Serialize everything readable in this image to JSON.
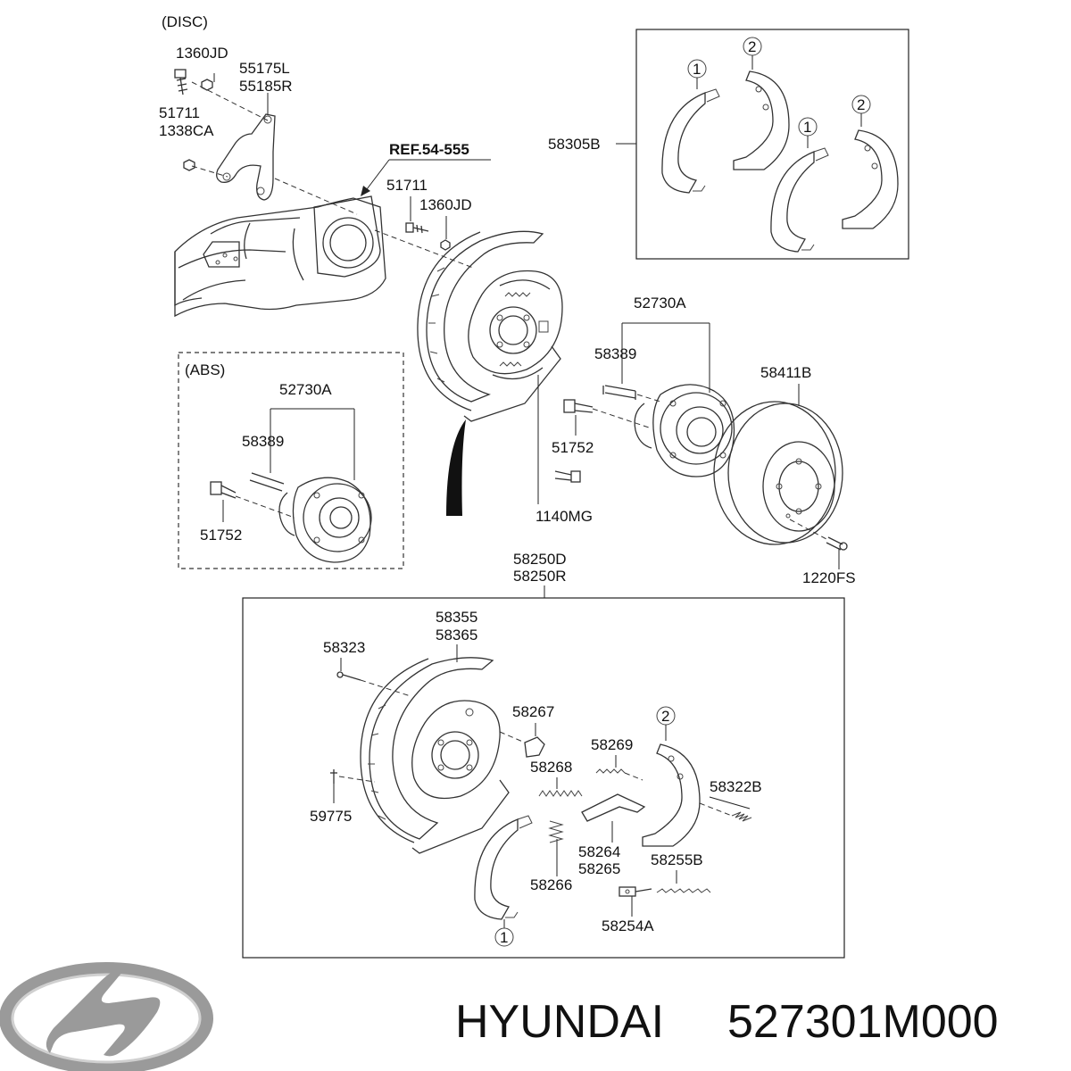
{
  "title": {
    "brand": "HYUNDAI",
    "part_number": "527301M000"
  },
  "logo": {
    "name": "hyundai-logo",
    "color": "#9a9a9a"
  },
  "sections": {
    "disc": "(DISC)",
    "abs": "(ABS)",
    "ref": "REF.54-555"
  },
  "labels": {
    "p1360jd_a": "1360JD",
    "p55175l": "55175L",
    "p55185r": "55185R",
    "p51711_a": "51711",
    "p1338ca": "1338CA",
    "p51711_b": "51711",
    "p1360jd_b": "1360JD",
    "p58305b": "58305B",
    "p52730a_main": "52730A",
    "p58389_main": "58389",
    "p58411b": "58411B",
    "p51752_main": "51752",
    "p1140mg": "1140MG",
    "p1220fs": "1220FS",
    "p52730a_abs": "52730A",
    "p58389_abs": "58389",
    "p51752_abs": "51752",
    "p58250d": "58250D",
    "p58250r": "58250R",
    "p58355": "58355",
    "p58365": "58365",
    "p58323": "58323",
    "p58267": "58267",
    "p58269": "58269",
    "p58268": "58268",
    "p58322b": "58322B",
    "p59775": "59775",
    "p58264": "58264",
    "p58265": "58265",
    "p58255b": "58255B",
    "p58266": "58266",
    "p58254a": "58254A"
  },
  "callouts": {
    "one": "1",
    "two": "2"
  }
}
